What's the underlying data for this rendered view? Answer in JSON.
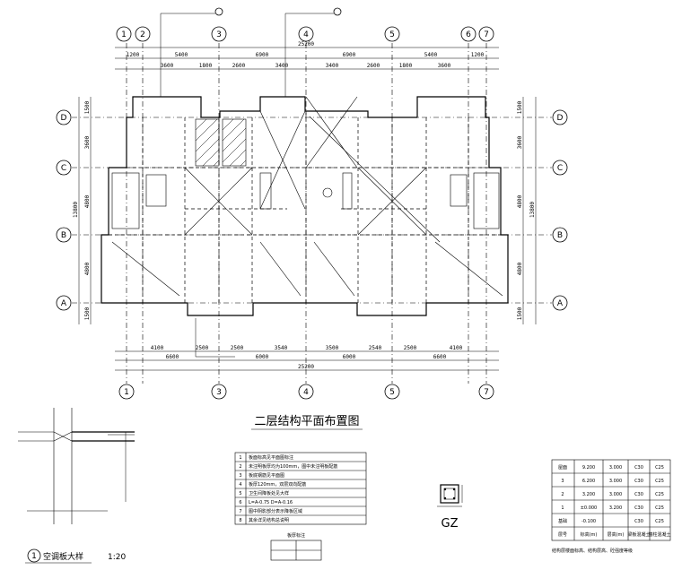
{
  "grid_top_labels": [
    "1",
    "2",
    "3",
    "4",
    "5",
    "6",
    "7"
  ],
  "grid_bottom_labels": [
    "1",
    "3",
    "4",
    "5",
    "7"
  ],
  "grid_side_labels": [
    "D",
    "C",
    "B",
    "A"
  ],
  "dims_top_total": "25200",
  "dims_top_row1": [
    "1200",
    "5400",
    "6900",
    "6900",
    "5400",
    "1200"
  ],
  "dims_top_row2": [
    "3600",
    "1800",
    "2600",
    "3400",
    "3400",
    "2600",
    "1800",
    "3600"
  ],
  "dims_bottom_row1": [
    "4100",
    "2500",
    "2500",
    "3540",
    "3500",
    "2540",
    "2500",
    "4100"
  ],
  "dims_bottom_row2": [
    "6600",
    "6000",
    "6000",
    "6600"
  ],
  "dims_bottom_total": "25200",
  "dims_left": [
    "1500",
    "3600",
    "4800",
    "4800",
    "1500"
  ],
  "dims_left_total": "13800",
  "dims_right": [
    "1500",
    "3600",
    "4800",
    "4800",
    "1500"
  ],
  "dims_right_total": "13800",
  "plan_title": "二层结构平面布置图",
  "detail_label": "空调板大样",
  "detail_number": "1",
  "detail_scale": "1:20",
  "gz_label": "GZ",
  "notes_title": "结构层楼面标高、结构层高、砼强度等级",
  "notes": [
    {
      "no": "1",
      "text": "板面标高见平面图标注"
    },
    {
      "no": "2",
      "text": "未注明板厚均为100mm，图中未注明板配筋"
    },
    {
      "no": "3",
      "text": "板底钢筋见平面图"
    },
    {
      "no": "4",
      "text": "板厚120mm，双层双向配筋"
    },
    {
      "no": "5",
      "text": "卫生间降板处见大样"
    },
    {
      "no": "6",
      "text": "L=A-0.75    D=A-0.16"
    },
    {
      "no": "7",
      "text": "图中阴影部分表示降板区域"
    },
    {
      "no": "8",
      "text": "其余详见结构总说明"
    }
  ],
  "legend_title": "板厚标注",
  "level_table": [
    [
      "屋面",
      "9.200",
      "3.000",
      "C30",
      "C25"
    ],
    [
      "3",
      "6.200",
      "3.000",
      "C30",
      "C25"
    ],
    [
      "2",
      "3.200",
      "3.000",
      "C30",
      "C25"
    ],
    [
      "1",
      "±0.000",
      "3.200",
      "C30",
      "C25"
    ],
    [
      "基础",
      "-0.100",
      "",
      "C30",
      "C25"
    ],
    [
      "层号",
      "标高(m)",
      "层高(m)",
      "梁板混凝土",
      "墙柱混凝土"
    ]
  ]
}
